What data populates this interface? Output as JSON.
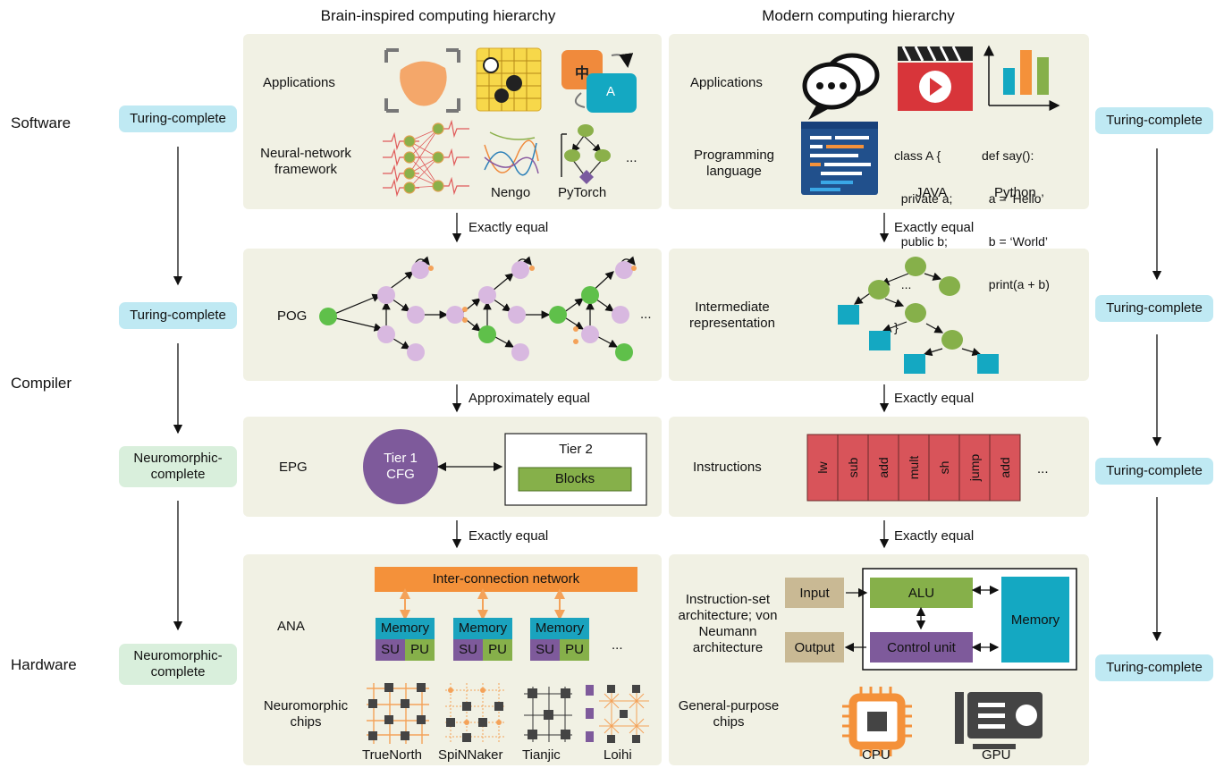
{
  "headers": {
    "left": "Brain-inspired computing hierarchy",
    "right": "Modern computing hierarchy"
  },
  "layers": {
    "software": "Software",
    "compiler": "Compiler",
    "hardware": "Hardware"
  },
  "left_column": {
    "tags": [
      "Turing-complete",
      "Turing-complete",
      "Neuromorphic-complete",
      "Neuromorphic-complete"
    ]
  },
  "right_column": {
    "tags": [
      "Turing-complete",
      "Turing-complete",
      "Turing-complete",
      "Turing-complete"
    ]
  },
  "brain": {
    "applications": "Applications",
    "nn_framework": "Neural-network framework",
    "nengo": "Nengo",
    "pytorch": "PyTorch",
    "ellipsis": "...",
    "app_glyph": "中",
    "app_letter": "A",
    "eq1": "Exactly equal",
    "pog": "POG",
    "eq2": "Approximately equal",
    "epg": "EPG",
    "tier1a": "Tier 1",
    "tier1b": "CFG",
    "tier2": "Tier 2",
    "blocks": "Blocks",
    "eq3": "Exactly equal",
    "ana": "ANA",
    "icn": "Inter-connection network",
    "memory": "Memory",
    "su": "SU",
    "pu": "PU",
    "neuro_chips": "Neuromorphic chips",
    "chips": [
      "TrueNorth",
      "SpiNNaker",
      "Tianjic",
      "Loihi"
    ]
  },
  "modern": {
    "applications": "Applications",
    "prog_lang": "Programming language",
    "java_code": [
      "class A {",
      "  private a;",
      "  public b;",
      "  ...",
      "}"
    ],
    "java": "JAVA",
    "python_code": [
      "def say():",
      "  a = ‘Hello’",
      "  b = ‘World’",
      "  print(a + b)"
    ],
    "python": "Python",
    "eq1": "Exactly equal",
    "ir": "Intermediate representation",
    "eq2": "Exactly equal",
    "instructions": "Instructions",
    "instr_list": [
      "lw",
      "sub",
      "add",
      "mult",
      "sh",
      "jump",
      "add"
    ],
    "ellipsis": "...",
    "eq3": "Exactly equal",
    "isa": "Instruction-set architecture; von Neumann architecture",
    "input": "Input",
    "output": "Output",
    "alu": "ALU",
    "control": "Control unit",
    "memory": "Memory",
    "gp_chips": "General-purpose chips",
    "cpu": "CPU",
    "gpu": "GPU"
  }
}
